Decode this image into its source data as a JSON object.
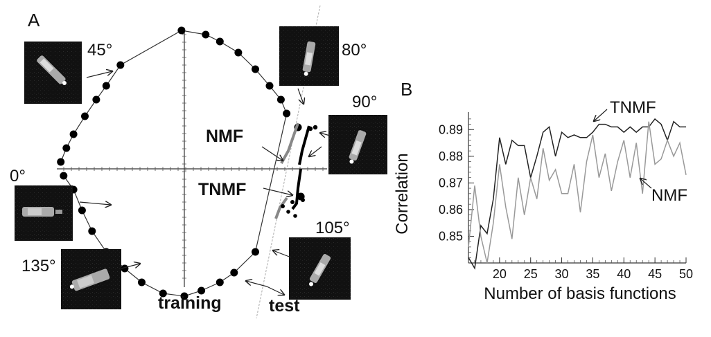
{
  "panel_a": {
    "label": "A",
    "angle_labels": [
      "45°",
      "80°",
      "90°",
      "0°",
      "105°",
      "135°"
    ],
    "method_labels": [
      "NMF",
      "TNMF"
    ],
    "bottom_labels": [
      "training",
      "test"
    ]
  },
  "panel_b": {
    "label": "B"
  },
  "chart_data": [
    {
      "type": "scatter",
      "panel": "A",
      "description_labels": [
        "training",
        "test"
      ],
      "series": [
        {
          "name": "training",
          "points": [
            [
              -0.02,
              1.0
            ],
            [
              0.15,
              0.97
            ],
            [
              0.25,
              0.92
            ],
            [
              0.38,
              0.84
            ],
            [
              0.5,
              0.72
            ],
            [
              0.6,
              0.6
            ],
            [
              0.68,
              0.5
            ],
            [
              0.72,
              0.4
            ],
            [
              -0.45,
              0.75
            ],
            [
              -0.55,
              0.6
            ],
            [
              -0.62,
              0.5
            ],
            [
              -0.7,
              0.38
            ],
            [
              -0.78,
              0.25
            ],
            [
              -0.83,
              0.15
            ],
            [
              -0.87,
              0.05
            ],
            [
              -0.85,
              -0.05
            ],
            [
              -0.78,
              -0.15
            ],
            [
              -0.72,
              -0.3
            ],
            [
              -0.65,
              -0.45
            ],
            [
              -0.55,
              -0.6
            ],
            [
              -0.42,
              -0.72
            ],
            [
              -0.3,
              -0.82
            ],
            [
              -0.15,
              -0.9
            ],
            [
              0.0,
              -0.92
            ],
            [
              0.12,
              -0.88
            ],
            [
              0.25,
              -0.82
            ],
            [
              0.35,
              -0.75
            ],
            [
              0.5,
              -0.6
            ]
          ]
        },
        {
          "name": "test",
          "points": [
            [
              0.8,
              0.3
            ],
            [
              0.82,
              -0.2
            ]
          ]
        }
      ]
    },
    {
      "type": "line",
      "panel": "B",
      "xlabel": "Number of basis functions",
      "ylabel": "Correlation",
      "xlim": [
        15,
        50
      ],
      "ylim": [
        0.84,
        0.895
      ],
      "xticks": [
        20,
        25,
        30,
        35,
        40,
        45,
        50
      ],
      "yticks": [
        0.85,
        0.86,
        0.87,
        0.88,
        0.89
      ],
      "x": [
        15,
        16,
        17,
        18,
        19,
        20,
        21,
        22,
        23,
        24,
        25,
        26,
        27,
        28,
        29,
        30,
        31,
        32,
        33,
        34,
        35,
        36,
        37,
        38,
        39,
        40,
        41,
        42,
        43,
        44,
        45,
        46,
        47,
        48,
        49,
        50
      ],
      "series": [
        {
          "name": "TNMF",
          "color": "#222222",
          "values": [
            0.842,
            0.838,
            0.854,
            0.851,
            0.864,
            0.887,
            0.877,
            0.886,
            0.884,
            0.884,
            0.872,
            0.88,
            0.889,
            0.891,
            0.88,
            0.889,
            0.887,
            0.888,
            0.887,
            0.887,
            0.889,
            0.892,
            0.892,
            0.891,
            0.891,
            0.889,
            0.891,
            0.889,
            0.891,
            0.891,
            0.894,
            0.892,
            0.886,
            0.893,
            0.891,
            0.891
          ]
        },
        {
          "name": "NMF",
          "color": "#999999",
          "values": [
            0.846,
            0.869,
            0.85,
            0.84,
            0.855,
            0.877,
            0.861,
            0.849,
            0.872,
            0.858,
            0.872,
            0.864,
            0.883,
            0.871,
            0.875,
            0.866,
            0.866,
            0.877,
            0.859,
            0.878,
            0.888,
            0.872,
            0.881,
            0.867,
            0.878,
            0.886,
            0.872,
            0.885,
            0.866,
            0.893,
            0.877,
            0.879,
            0.886,
            0.88,
            0.885,
            0.873
          ]
        }
      ]
    }
  ]
}
